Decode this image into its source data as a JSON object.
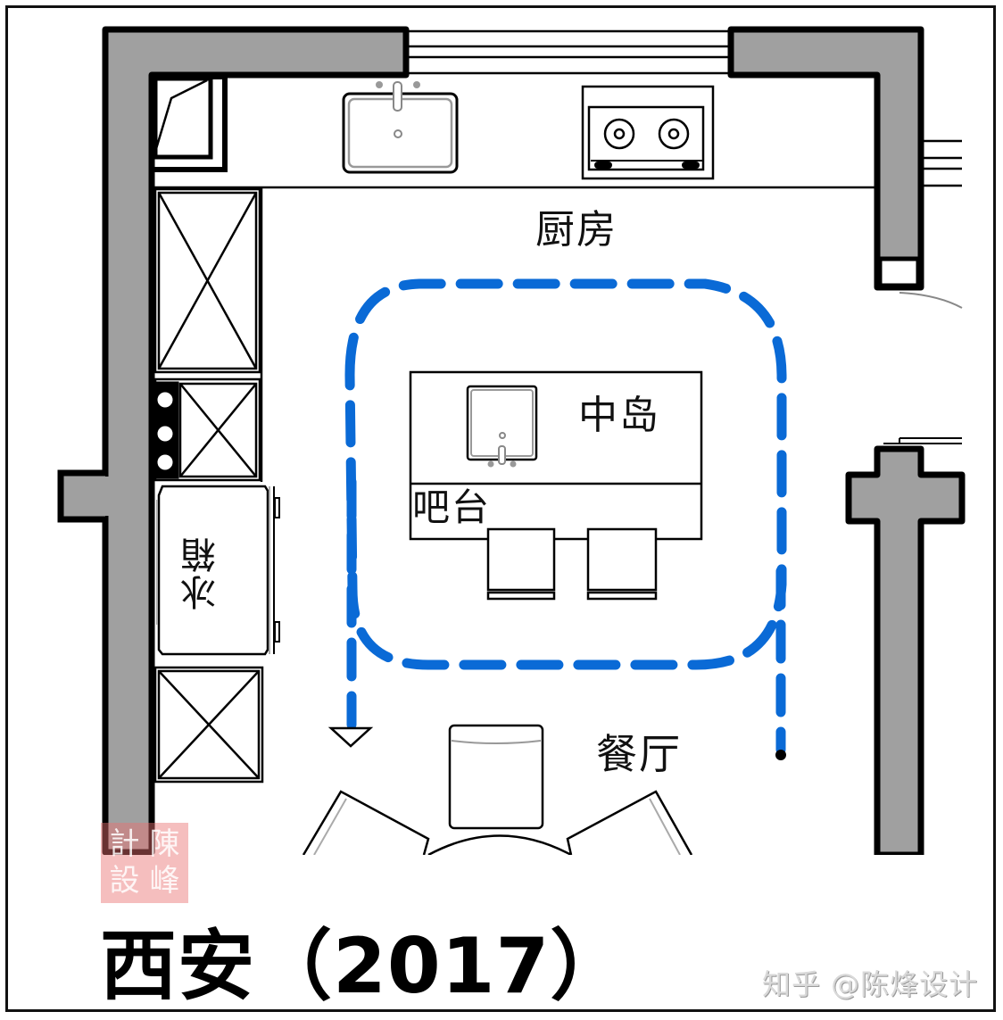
{
  "plan": {
    "title": "西安（2017）",
    "rooms": {
      "kitchen": "厨房",
      "island": "中岛",
      "bar": "吧台",
      "fridge": "冰箱",
      "dining": "餐厅"
    },
    "fixtures": [
      "sink-icon",
      "stove-icon",
      "island-sink-icon",
      "bar-stool-icon",
      "dining-table-icon",
      "chair-icon",
      "cabinet-icon",
      "fridge-icon"
    ],
    "colors": {
      "wall_fill": "#a0a0a0",
      "wall_outline": "#000000",
      "circulation_path": "#0a6ad6",
      "seal": "#e96e6e",
      "watermark": "#d9d9d9"
    }
  },
  "seal": {
    "chars": [
      "陳",
      "峰",
      "設",
      "計"
    ]
  },
  "watermark": {
    "text": "知乎 @陈烽设计"
  }
}
